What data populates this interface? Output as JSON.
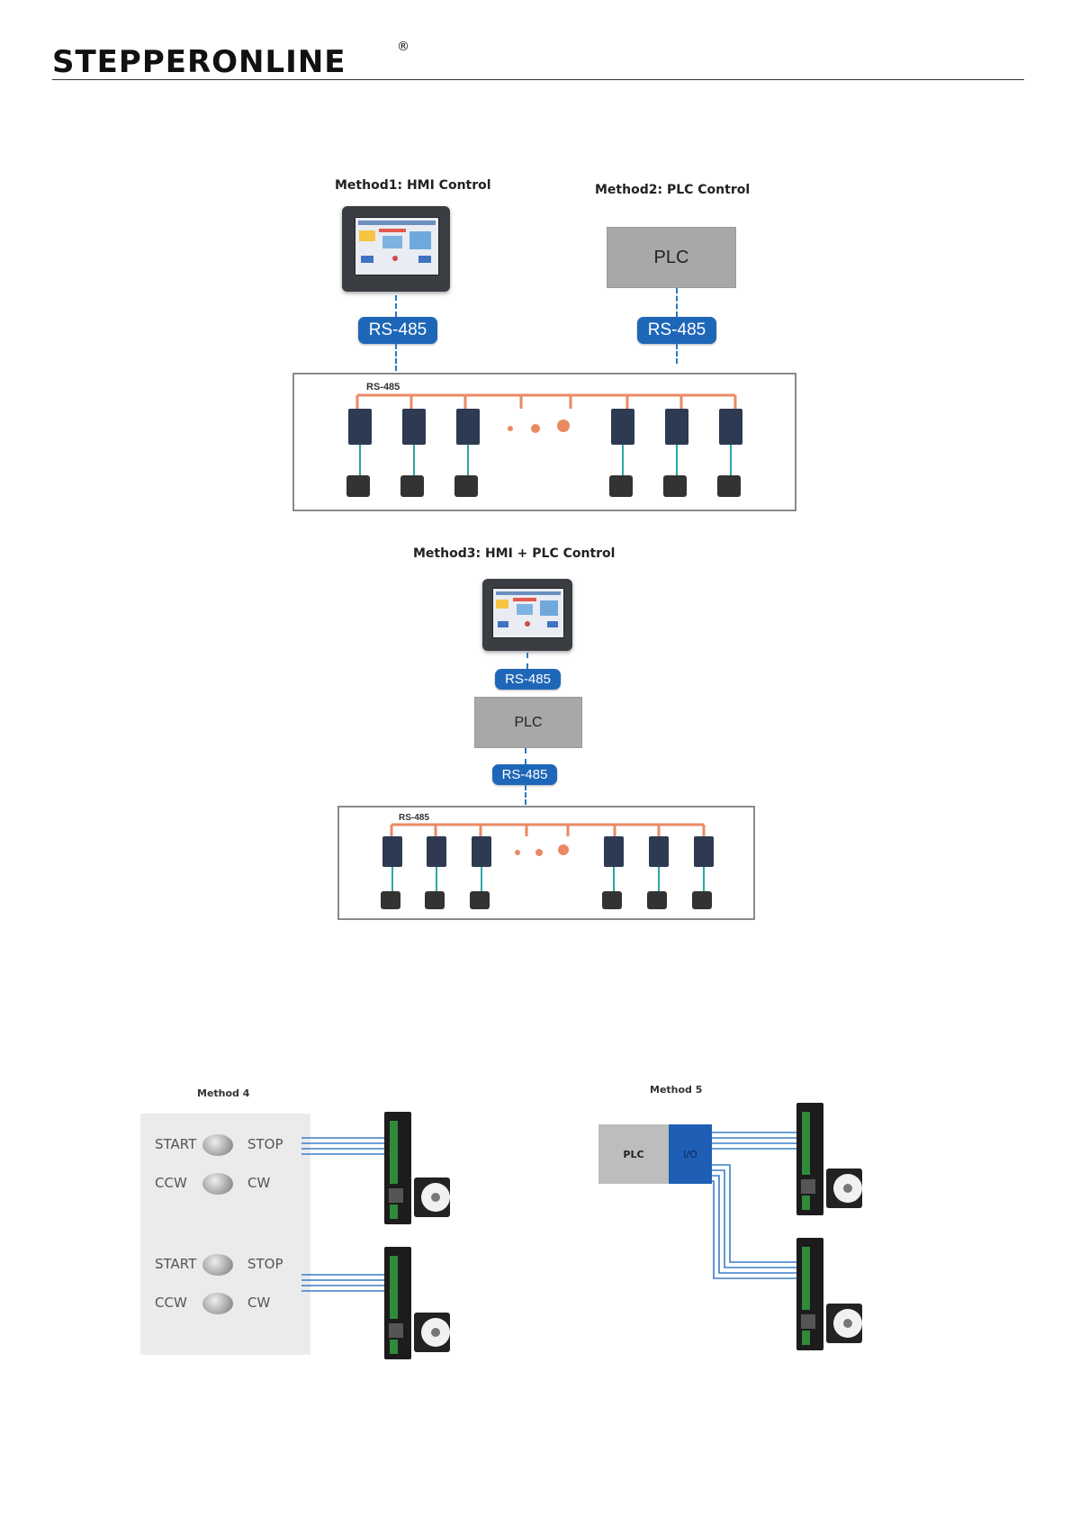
{
  "header": {
    "logo_text": "STEPPERONLINE",
    "registered_mark": "®"
  },
  "method1": {
    "title": "Method1: HMI Control",
    "bus_label": "RS-485"
  },
  "method2": {
    "title": "Method2: PLC Control",
    "plc_label": "PLC",
    "bus_label": "RS-485"
  },
  "network": {
    "bus_label": "RS-485"
  },
  "method3": {
    "title": "Method3: HMI + PLC Control",
    "bus_label_top": "RS-485",
    "plc_label": "PLC",
    "bus_label_bottom": "RS-485",
    "network_bus_label": "RS-485"
  },
  "method4": {
    "title": "Method 4",
    "switches": [
      {
        "left": "START",
        "right": "STOP"
      },
      {
        "left": "CCW",
        "right": "CW"
      },
      {
        "left": "START",
        "right": "STOP"
      },
      {
        "left": "CCW",
        "right": "CW"
      }
    ]
  },
  "method5": {
    "title": "Method 5",
    "plc_label": "PLC",
    "io_label": "I/O"
  },
  "colors": {
    "rs485_blue": "#1e67b8",
    "bus_orange": "#e98a63",
    "plc_gray": "#a8a8a8",
    "io_blue": "#1f5eb5",
    "wire_blue": "#3a7dc9"
  }
}
